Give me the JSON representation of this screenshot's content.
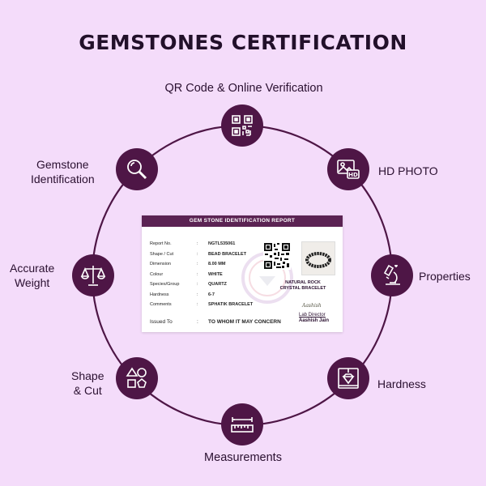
{
  "title": "GEMSTONES CERTIFICATION",
  "features": {
    "qr": "QR Code & Online Verification",
    "hd": "HD PHOTO",
    "properties": "Properties",
    "hardness": "Hardness",
    "measurements": "Measurements",
    "shape_line1": "Shape",
    "shape_line2": "& Cut",
    "weight_line1": "Accurate",
    "weight_line2": "Weight",
    "ident_line1": "Gemstone",
    "ident_line2": "Identification"
  },
  "icons": {
    "qr": "qr-code-icon",
    "hd": "hd-photo-icon",
    "properties": "microscope-icon",
    "hardness": "diamond-press-icon",
    "measurements": "ruler-icon",
    "shape": "shapes-icon",
    "weight": "scales-icon",
    "ident": "magnifier-icon"
  },
  "colors": {
    "background": "#f4dcfa",
    "accent": "#4e1646",
    "card_header": "#5b2353"
  },
  "card": {
    "header": "GEM STONE IDENTIFICATION REPORT",
    "rows": [
      {
        "key": "Report No.",
        "value": "NGTL535061"
      },
      {
        "key": "Shape / Cut",
        "value": "BEAD BRACELET"
      },
      {
        "key": "Dimension",
        "value": "8.00 MM"
      },
      {
        "key": "Colour",
        "value": "WHITE"
      },
      {
        "key": "Species/Group",
        "value": "QUARTZ"
      },
      {
        "key": "Hardness",
        "value": "6-7"
      },
      {
        "key": "Comments",
        "value": "SPHATIK BRACELET"
      }
    ],
    "issued_key": "Issued To",
    "issued_value": "TO WHOM IT MAY CONCERN",
    "colon": ":",
    "photo_caption_1": "NATURAL ROCK",
    "photo_caption_2": "CRYSTAL BRACELET",
    "signature": "Aashish",
    "lab_title": "Lab Director",
    "lab_name": "Aashish Jain"
  }
}
